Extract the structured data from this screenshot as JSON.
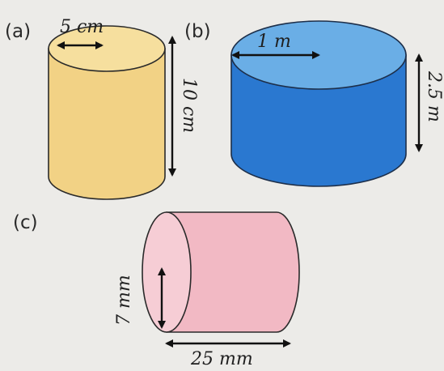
{
  "figures": [
    {
      "id": "a",
      "part_label": "(a)",
      "radius_label": "5 cm",
      "height_label": "10 cm",
      "color": "#f2d285"
    },
    {
      "id": "b",
      "part_label": "(b)",
      "radius_label": "1 m",
      "height_label": "2.5 m",
      "color": "#2a78d0",
      "top_color": "#6aaee6"
    },
    {
      "id": "c",
      "part_label": "(c)",
      "diameter_label": "7 mm",
      "length_label": "25 mm",
      "color": "#f2b9c4"
    }
  ]
}
